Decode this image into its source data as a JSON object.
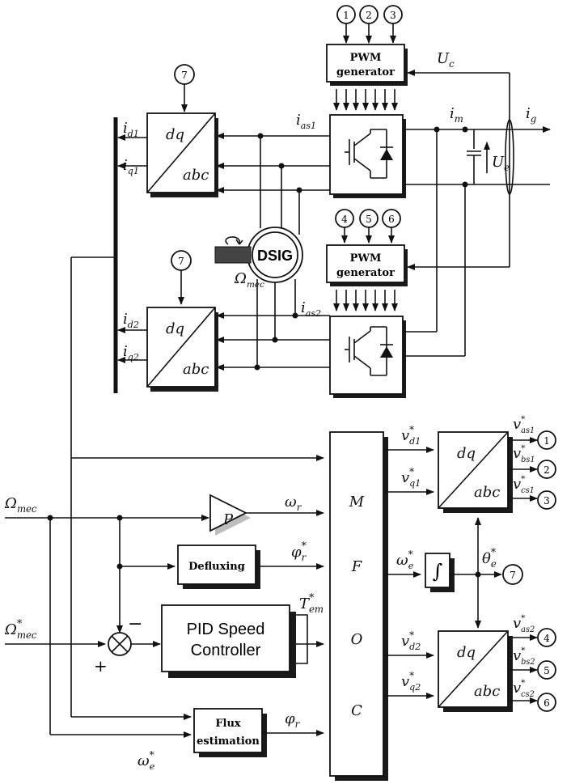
{
  "pwm": {
    "line1": "PWM",
    "line2": "generator"
  },
  "inputs_top": [
    "1",
    "2",
    "3"
  ],
  "inputs_mid": [
    "4",
    "5",
    "6"
  ],
  "seven": "7",
  "dsig": "DSIG",
  "dq": "dq",
  "abc": "abc",
  "mfoc": [
    "M",
    "F",
    "O",
    "C"
  ],
  "defluxing": "Defluxing",
  "pid": {
    "line1": "PID Speed",
    "line2": "Controller"
  },
  "flux_est": {
    "line1": "Flux",
    "line2": "estimation"
  },
  "p_gain": "P",
  "integrator": "∫",
  "plus": "+",
  "minus": "−",
  "outputs_1": [
    "1",
    "2",
    "3"
  ],
  "outputs_2": [
    "4",
    "5",
    "6"
  ],
  "labels": {
    "Uc": {
      "main": "U",
      "sub": "c"
    },
    "Ue": {
      "main": "U",
      "sub": "e"
    },
    "im": {
      "main": "i",
      "sub": "m"
    },
    "ig": {
      "main": "i",
      "sub": "g"
    },
    "ias1": {
      "main": "i",
      "sub": "as1"
    },
    "ias2": {
      "main": "i",
      "sub": "as2"
    },
    "id1": {
      "main": "i",
      "sub": "d1"
    },
    "iq1": {
      "main": "i",
      "sub": "q1"
    },
    "id2": {
      "main": "i",
      "sub": "d2"
    },
    "iq2": {
      "main": "i",
      "sub": "q2"
    },
    "omega_mec_motor": {
      "main": "Ω",
      "sub": "mec"
    },
    "omega_mec": {
      "main": "Ω",
      "sub": "mec"
    },
    "omega_mec_ref": {
      "main": "Ω",
      "sub": "mec",
      "sup": "*"
    },
    "omega_r": {
      "main": "ω",
      "sub": "r"
    },
    "phi_r_ref": {
      "main": "φ",
      "sub": "r",
      "sup": "*"
    },
    "Tem_ref": {
      "main": "T",
      "sub": "em",
      "sup": "*"
    },
    "phi_r": {
      "main": "φ",
      "sub": "r"
    },
    "omega_e_ref_in": {
      "main": "ω",
      "sub": "e",
      "sup": "*"
    },
    "vd1": {
      "main": "v",
      "sub": "d1",
      "sup": "*"
    },
    "vq1": {
      "main": "v",
      "sub": "q1",
      "sup": "*"
    },
    "omega_e_ref": {
      "main": "ω",
      "sub": "e",
      "sup": "*"
    },
    "vd2": {
      "main": "v",
      "sub": "d2",
      "sup": "*"
    },
    "vq2": {
      "main": "v",
      "sub": "q2",
      "sup": "*"
    },
    "theta_e": {
      "main": "θ",
      "sub": "e",
      "sup": "*"
    },
    "vas1": {
      "main": "v",
      "sub": "as1",
      "sup": "*"
    },
    "vbs1": {
      "main": "v",
      "sub": "bs1",
      "sup": "*"
    },
    "vcs1": {
      "main": "v",
      "sub": "cs1",
      "sup": "*"
    },
    "vas2": {
      "main": "v",
      "sub": "as2",
      "sup": "*"
    },
    "vbs2": {
      "main": "v",
      "sub": "bs2",
      "sup": "*"
    },
    "vcs2": {
      "main": "v",
      "sub": "cs2",
      "sup": "*"
    }
  }
}
